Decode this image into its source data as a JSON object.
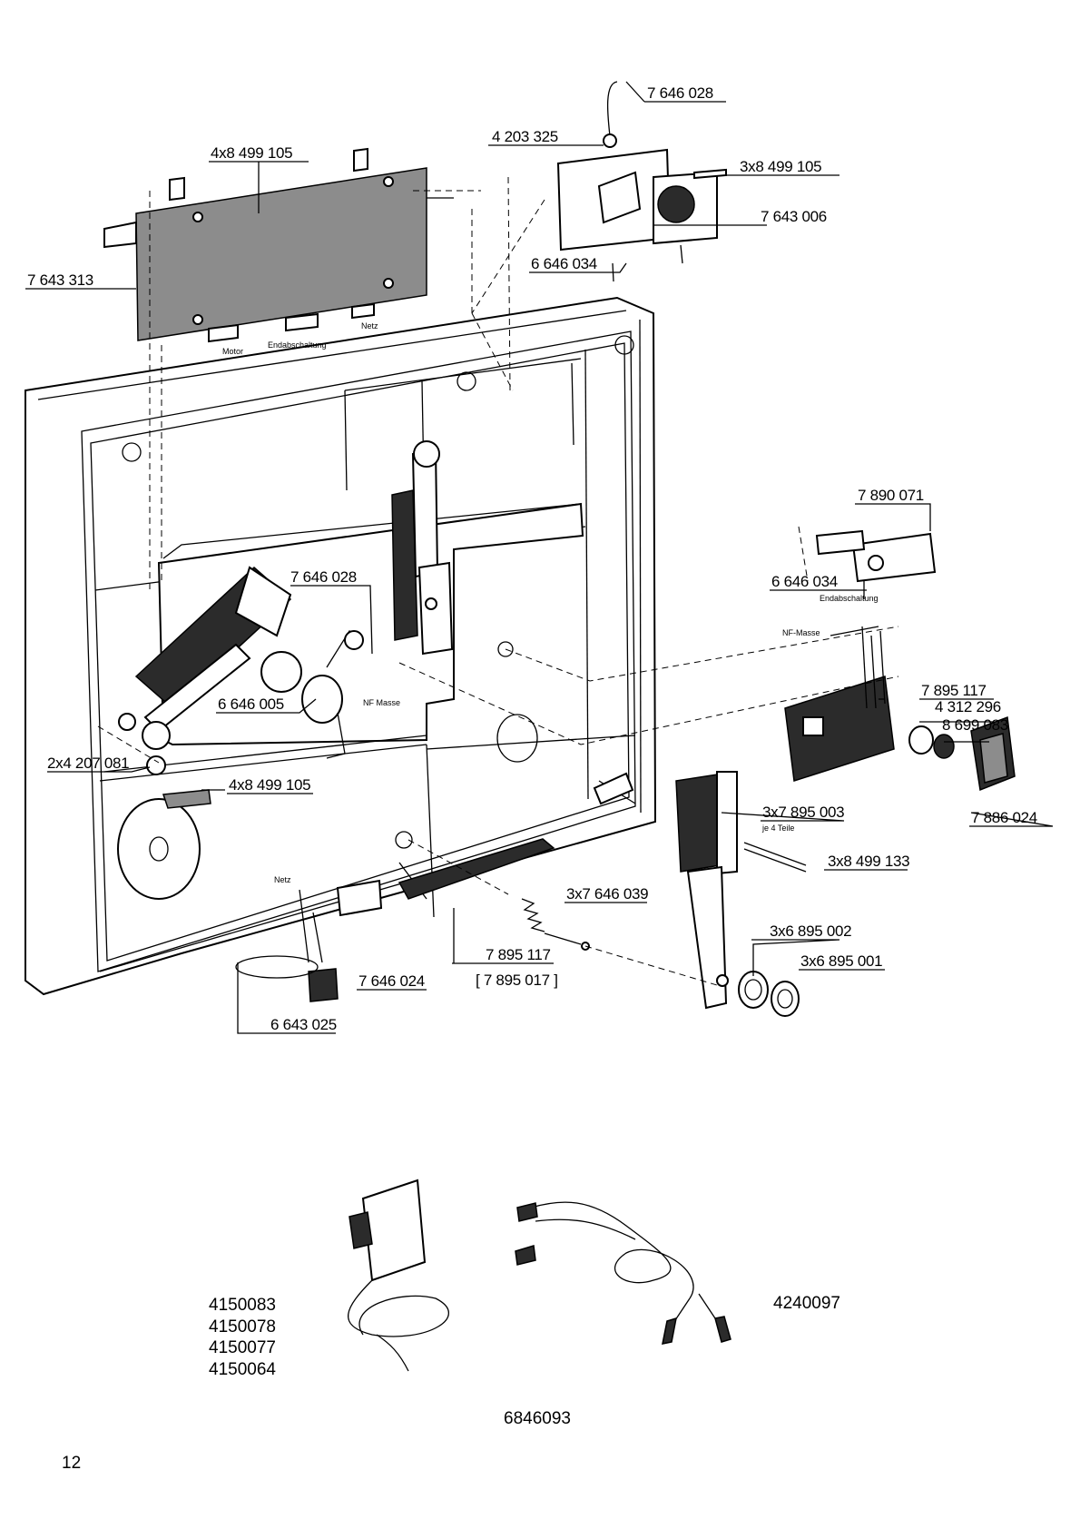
{
  "labels": {
    "top_bracket_lever": "7 646 028",
    "top_bracket_spring": "4 203 325",
    "top_bracket_screws": "3x8 499 105",
    "top_bracket_solenoid": "7 643 006",
    "top_bracket_pin": "6 646 034",
    "board_screws": "4x8 499 105",
    "board": "7 643 313",
    "board_conn_motor": "Motor",
    "board_conn_endabschaltung": "Endabschaltung",
    "board_conn_netz": "Netz",
    "lever_main": "7 646 028",
    "spring_clip": "6 646 005",
    "nf_masse_inner": "NF Masse",
    "clamp": "2x4 207 081",
    "clamp_screws": "4x8 499 105",
    "switch_part": "7 890 071",
    "switch_pin": "6 646 034",
    "endabschaltung_right": "Endabschaltung",
    "nf_masse_right": "NF-Masse",
    "socket_board": "7 895 117",
    "socket_washer": "4 312 296",
    "socket_nut": "8 699 083",
    "socket_cover": "7 886 024",
    "foot": "3x7 895 003",
    "foot_note": "je 4 Teile",
    "foot_screw": "3x8 499 133",
    "foot_ring_a": "3x6 895 002",
    "foot_ring_b": "3x6 895 001",
    "spring": "3x7 646 039",
    "terminal_board": "7 895 117",
    "terminal_board_alt": "[ 7 895 017 ]",
    "power_conn": "7 646 024",
    "power_conn_base": "6 643 025",
    "netz_inner": "Netz"
  },
  "accessories": {
    "adapter_numbers": [
      "4150083",
      "4150078",
      "4150077",
      "4150064"
    ],
    "cable_number": "4240097",
    "set_number": "6846093"
  },
  "page_number": "12"
}
